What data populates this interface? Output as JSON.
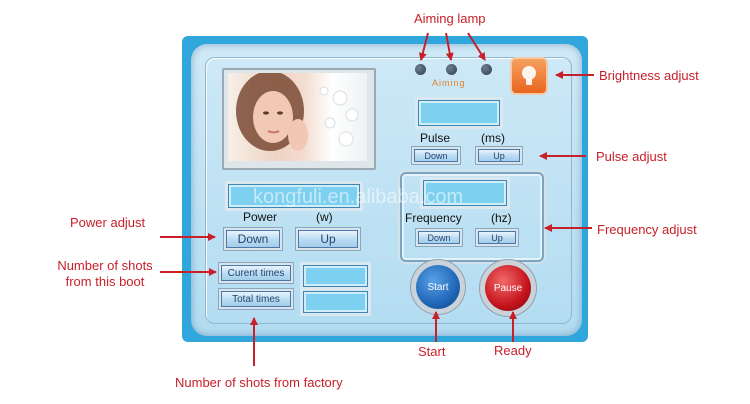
{
  "callouts": {
    "aiming_lamp": "Aiming lamp",
    "brightness_adjust": "Brightness adjust",
    "pulse_adjust": "Pulse adjust",
    "frequency_adjust": "Frequency adjust",
    "power_adjust": "Power adjust",
    "shots_boot_line1": "Number of shots",
    "shots_boot_line2": "from this boot",
    "shots_factory": "Number of shots from factory",
    "start": "Start",
    "ready": "Ready"
  },
  "panel": {
    "aiming_label": "Aiming",
    "watermark": "kongfuli.en.alibaba.com",
    "pulse": {
      "label": "Pulse",
      "unit": "(ms)",
      "down": "Down",
      "up": "Up"
    },
    "frequency": {
      "label": "Frequency",
      "unit": "(hz)",
      "down": "Down",
      "up": "Up"
    },
    "power": {
      "label": "Power",
      "unit": "(w)",
      "down": "Down",
      "up": "Up"
    },
    "current_times": "Curent times",
    "total_times": "Total   times",
    "start_button": "Start",
    "pause_button": "Pause"
  },
  "colors": {
    "callout_red": "#c8202a",
    "panel_blue": "#2fa6dc",
    "lcd_blue": "#7ed0f0",
    "start_blue": "#1f67b8",
    "pause_red": "#c4131c",
    "bulb_orange": "#f07a2a"
  }
}
